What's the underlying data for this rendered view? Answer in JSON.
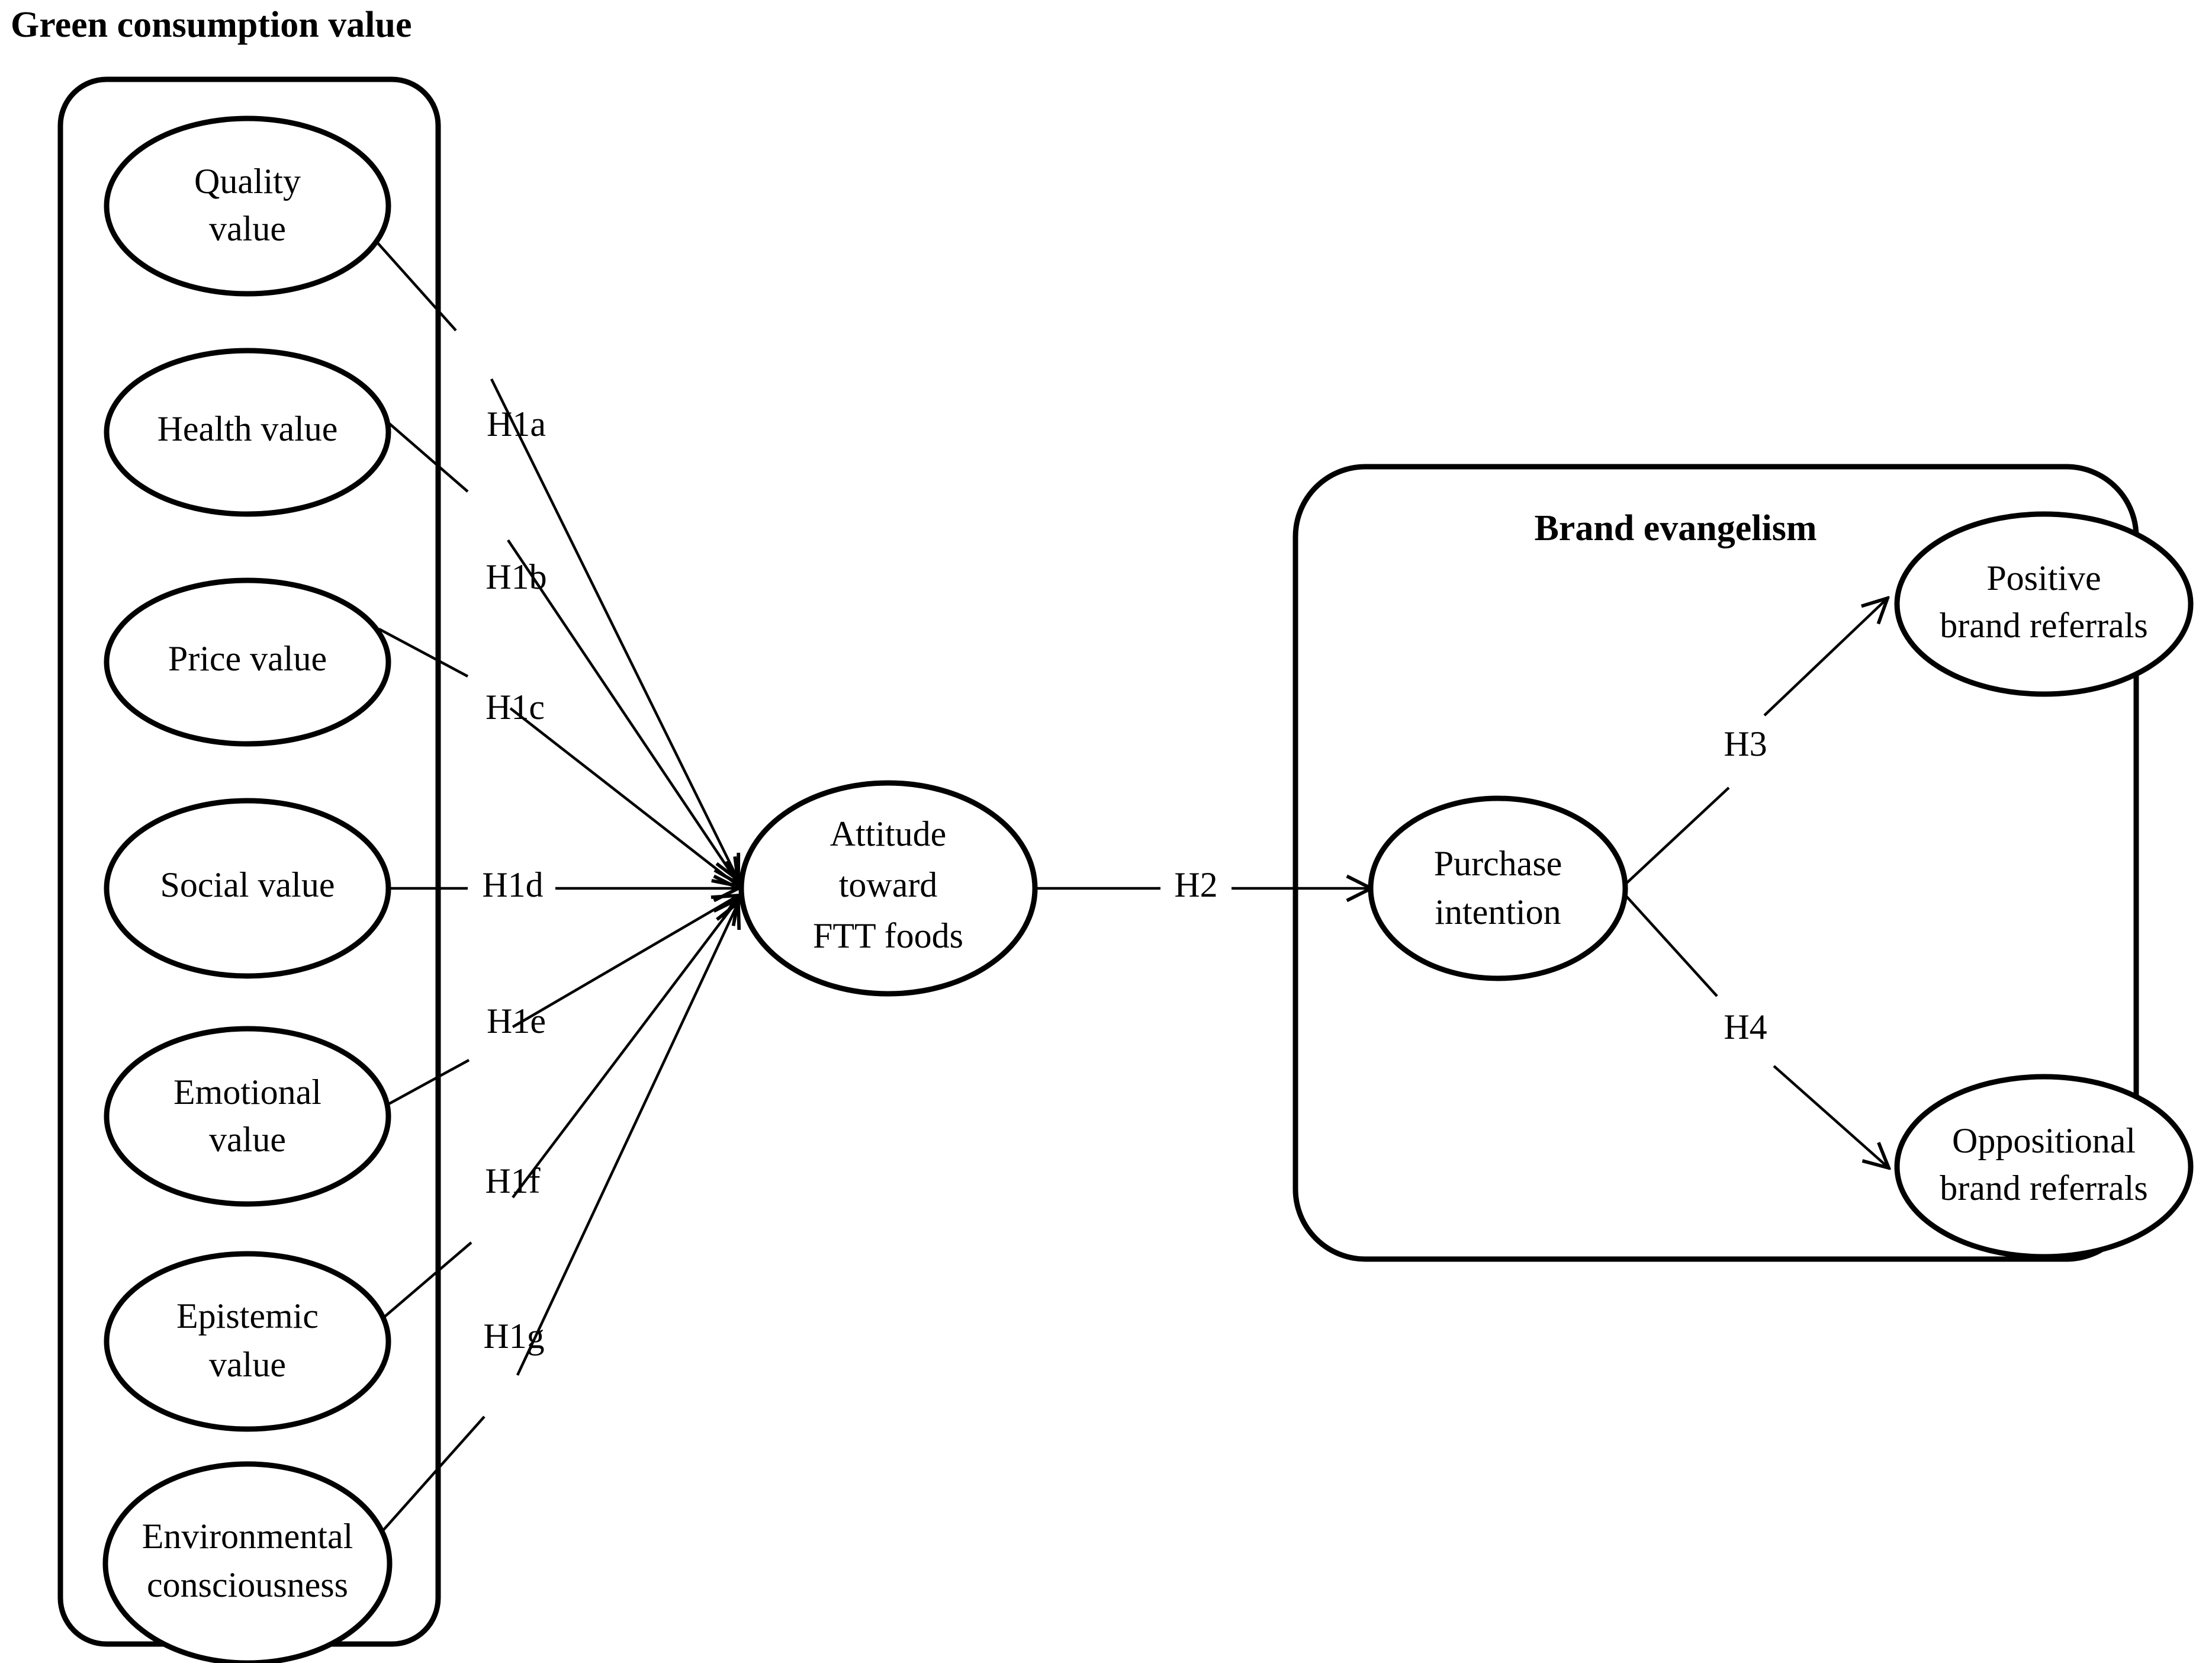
{
  "figure": {
    "type": "conceptual-model-diagram",
    "background": "#ffffff",
    "stroke_color": "#000000"
  },
  "groups": {
    "green_consumption_value": {
      "title": "Green consumption value",
      "title_align": "left"
    },
    "brand_evangelism": {
      "title": "Brand evangelism",
      "title_align": "center"
    }
  },
  "nodes": {
    "quality_value": {
      "line1": "Quality",
      "line2": "value"
    },
    "health_value": {
      "line1": "Health value",
      "line2": ""
    },
    "price_value": {
      "line1": "Price value",
      "line2": ""
    },
    "social_value": {
      "line1": "Social value",
      "line2": ""
    },
    "emotional_value": {
      "line1": "Emotional",
      "line2": "value"
    },
    "epistemic_value": {
      "line1": "Epistemic",
      "line2": "value"
    },
    "environmental_consciousness": {
      "line1": "Environmental",
      "line2": "consciousness"
    },
    "attitude": {
      "line1": "Attitude",
      "line2": "toward",
      "line3": "FTT foods"
    },
    "purchase_intention": {
      "line1": "Purchase",
      "line2": "intention"
    },
    "positive_brand_referrals": {
      "line1": "Positive",
      "line2": "brand referrals"
    },
    "oppositional_brand_referrals": {
      "line1": "Oppositional",
      "line2": "brand referrals"
    }
  },
  "hypotheses": {
    "h1a": "H1a",
    "h1b": "H1b",
    "h1c": "H1c",
    "h1d": "H1d",
    "h1e": "H1e",
    "h1f": "H1f",
    "h1g": "H1g",
    "h2": "H2",
    "h3": "H3",
    "h4": "H4"
  },
  "chart_data": {
    "type": "diagram",
    "title": "",
    "containers": [
      {
        "id": "green_consumption_value",
        "label": "Green consumption value",
        "members": [
          "Quality value",
          "Health value",
          "Price value",
          "Social value",
          "Emotional value",
          "Epistemic value",
          "Environmental consciousness"
        ]
      },
      {
        "id": "brand_evangelism",
        "label": "Brand evangelism",
        "members": [
          "Purchase intention",
          "Positive brand referrals",
          "Oppositional brand referrals"
        ]
      }
    ],
    "edges": [
      {
        "label": "H1a",
        "from": "Quality value",
        "to": "Attitude toward FTT foods",
        "arrow": true
      },
      {
        "label": "H1b",
        "from": "Health value",
        "to": "Attitude toward FTT foods",
        "arrow": true
      },
      {
        "label": "H1c",
        "from": "Price value",
        "to": "Attitude toward FTT foods",
        "arrow": true
      },
      {
        "label": "H1d",
        "from": "Social value",
        "to": "Attitude toward FTT foods",
        "arrow": true
      },
      {
        "label": "H1e",
        "from": "Emotional value",
        "to": "Attitude toward FTT foods",
        "arrow": true
      },
      {
        "label": "H1f",
        "from": "Epistemic value",
        "to": "Attitude toward FTT foods",
        "arrow": true
      },
      {
        "label": "H1g",
        "from": "Environmental consciousness",
        "to": "Attitude toward FTT foods",
        "arrow": true
      },
      {
        "label": "H2",
        "from": "Attitude toward FTT foods",
        "to": "Purchase intention",
        "arrow": true
      },
      {
        "label": "H3",
        "from": "Purchase intention",
        "to": "Positive brand referrals",
        "arrow": true
      },
      {
        "label": "H4",
        "from": "Purchase intention",
        "to": "Oppositional brand referrals",
        "arrow": true
      }
    ]
  }
}
